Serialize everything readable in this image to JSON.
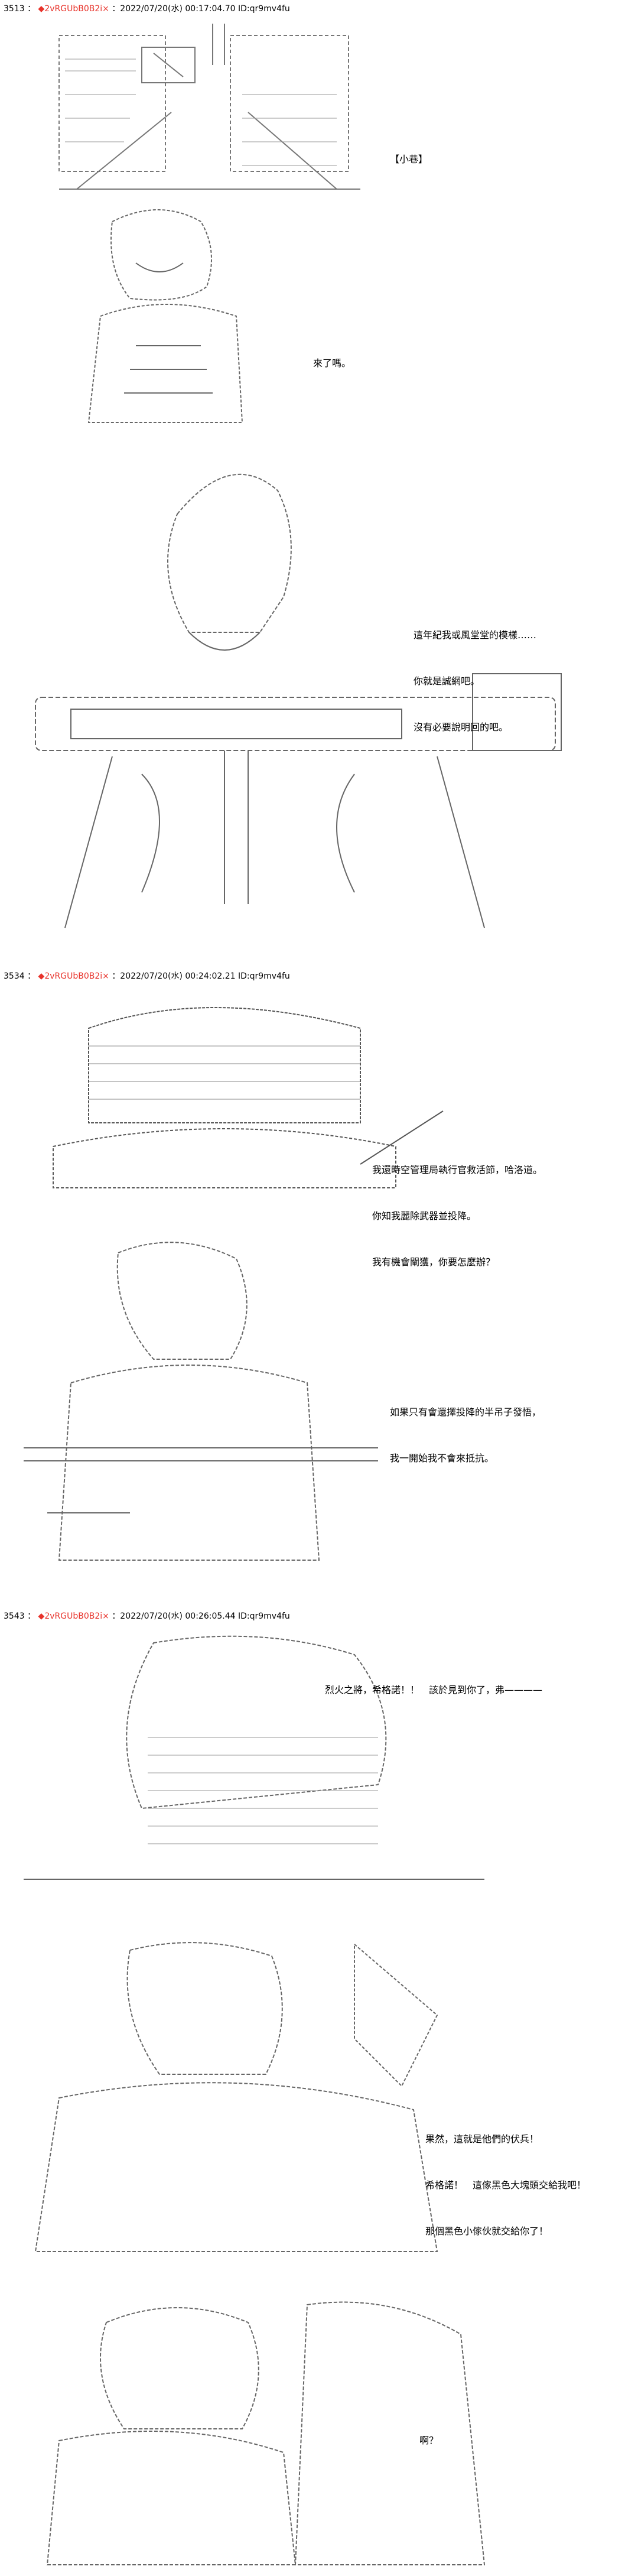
{
  "posts": [
    {
      "number": "3513",
      "name": "◆2vRGUbB0B2i×",
      "meta": "：2022/07/20(水) 00:17:04.70 ID:qr9mv4fu",
      "captions": [
        {
          "lines": [
            "【小巷】"
          ]
        },
        {
          "lines": [
            "來了嗎。"
          ]
        },
        {
          "lines": [
            "這年紀我或風堂堂的模樣……",
            "你就是誠網吧。",
            "沒有必要說明回的吧。"
          ]
        }
      ]
    },
    {
      "number": "3534",
      "name": "◆2vRGUbB0B2i×",
      "meta": "：2022/07/20(水) 00:24:02.21 ID:qr9mv4fu",
      "captions": [
        {
          "lines": [
            "我還時空管理局執行官救活節，哈洛道。",
            "你知我麗除武器並投降。",
            "我有機會闡獲，你要怎麼辦？"
          ]
        },
        {
          "lines": [
            "如果只有會還擇投降的半吊子發悟，",
            "我一開始我不會來抵抗。"
          ]
        }
      ]
    },
    {
      "number": "3543",
      "name": "◆2vRGUbB0B2i×",
      "meta": "：2022/07/20(水) 00:26:05.44 ID:qr9mv4fu",
      "captions": [
        {
          "lines": [
            "烈火之將，希格諾！！　該於見到你了，弗————"
          ]
        },
        {
          "lines": [
            "果然，這就是他們的伏兵！",
            "希格諾！　這傢黑色大塊頭交給我吧！",
            "那個黑色小傢伙就交給你了！"
          ]
        },
        {
          "lines": [
            "啊？"
          ]
        }
      ]
    }
  ]
}
